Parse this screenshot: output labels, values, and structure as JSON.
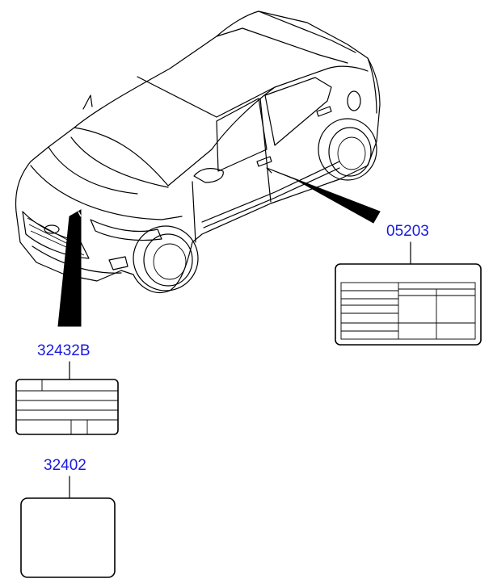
{
  "colors": {
    "link": "#1a1adf",
    "line": "#000000",
    "background": "#ffffff"
  },
  "parts": [
    {
      "id": "part-05203",
      "number": "05203"
    },
    {
      "id": "part-32432b",
      "number": "32432B"
    },
    {
      "id": "part-32402",
      "number": "32402"
    }
  ]
}
